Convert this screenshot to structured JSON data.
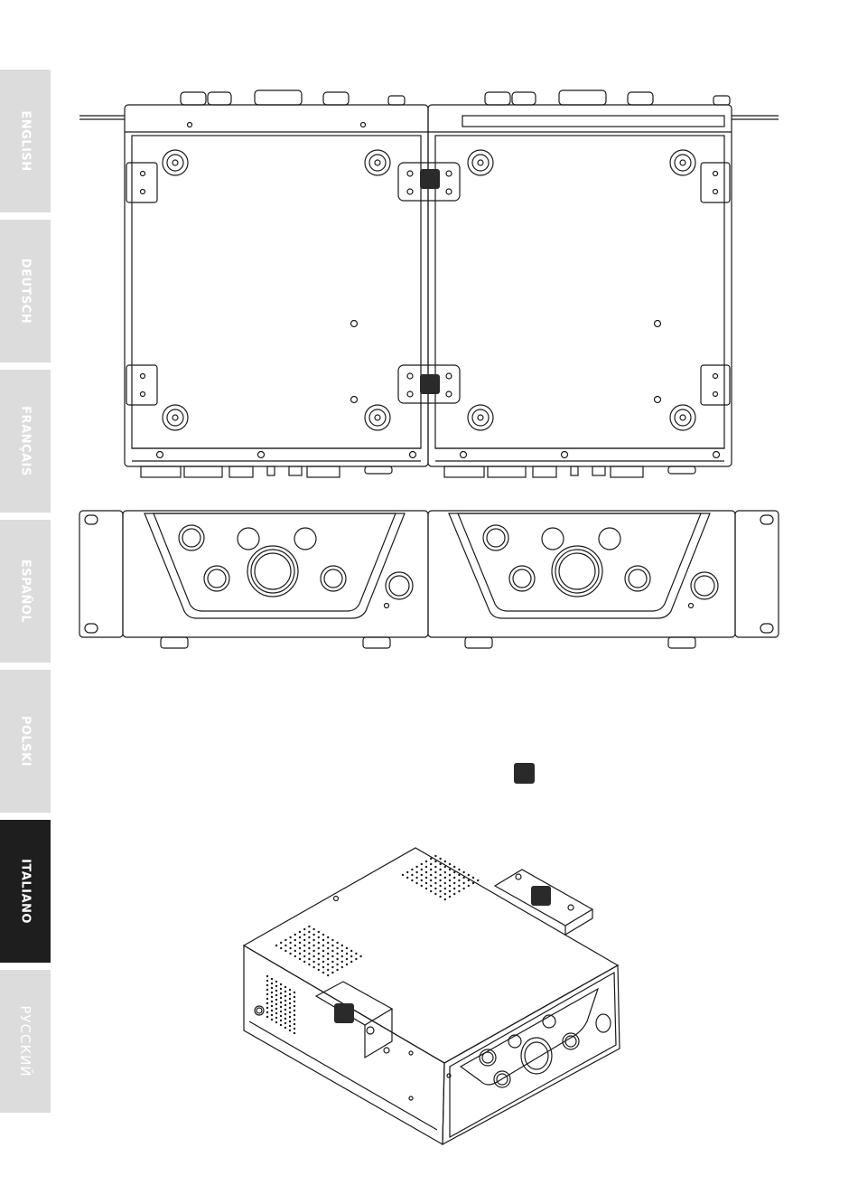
{
  "language_tabs": [
    {
      "label": "ENGLISH",
      "active": false
    },
    {
      "label": "DEUTSCH",
      "active": false
    },
    {
      "label": "FRANÇAIS",
      "active": false
    },
    {
      "label": "ESPAÑOL",
      "active": false
    },
    {
      "label": "POLSKI",
      "active": false
    },
    {
      "label": "ITALIANO",
      "active": true
    },
    {
      "label": "РУССКИЙ",
      "active": false
    }
  ],
  "colors": {
    "tab_inactive": "#dcdcdc",
    "tab_active": "#1e1e1e",
    "line_art": "#1a1a1a",
    "marker": "#2a2a2a"
  }
}
